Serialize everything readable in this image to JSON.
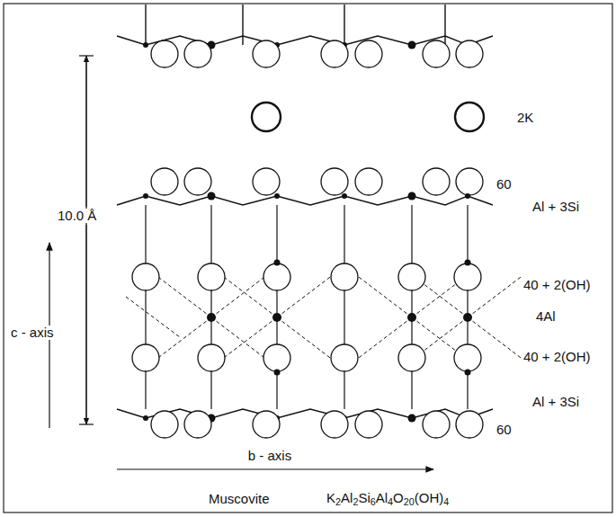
{
  "diagram": {
    "labels": [
      "10.0 Å",
      "2K",
      "60",
      "Al + 3Si",
      "40 + 2(OH)",
      "4Al",
      "40 + 2(OH)",
      "Al + 3Si",
      "60",
      "c - axis",
      "b - axis",
      "Muscovite",
      "K2Al2Si6Al4O20(OH)4"
    ]
  }
}
